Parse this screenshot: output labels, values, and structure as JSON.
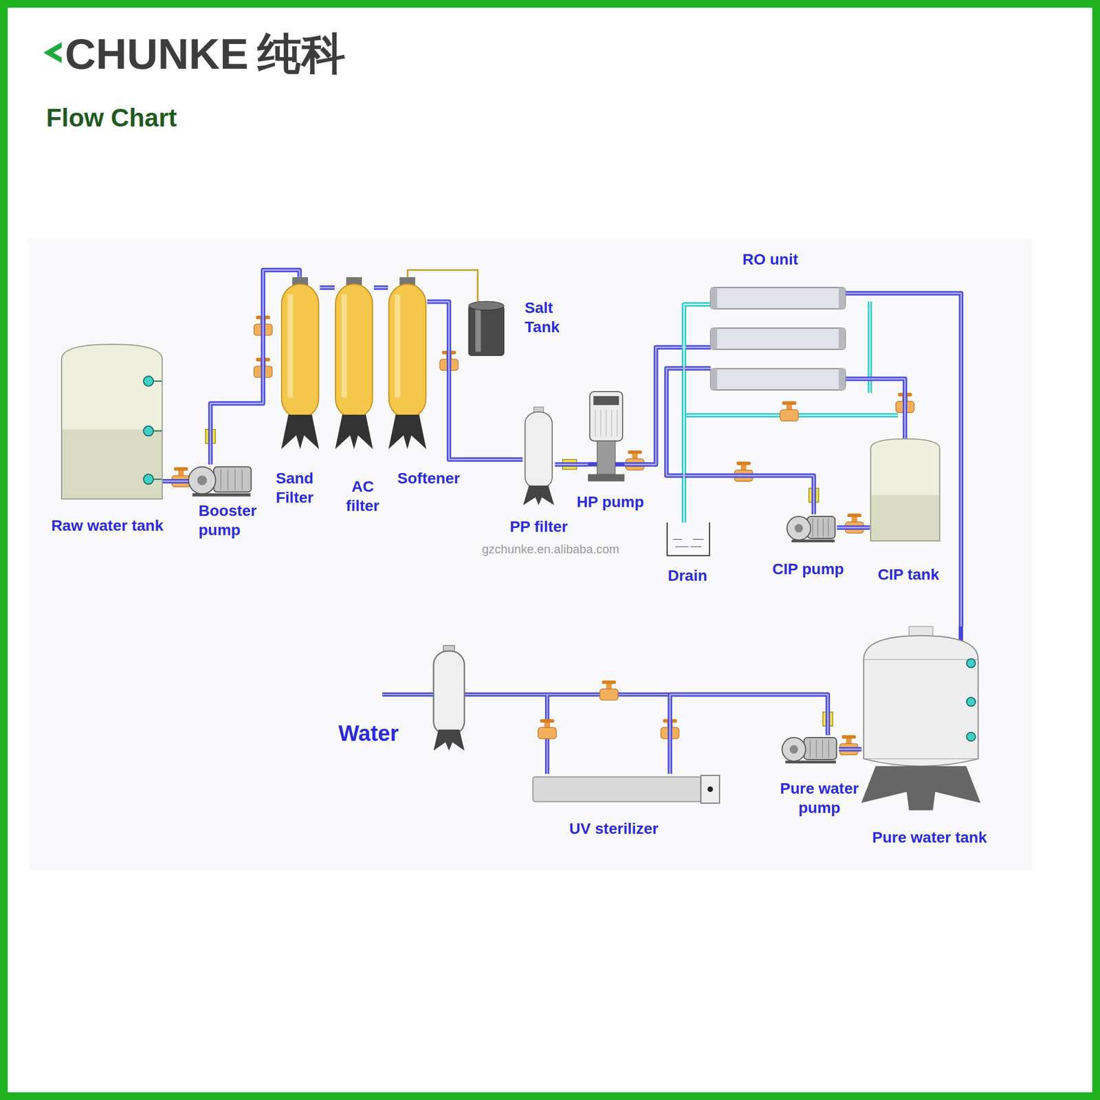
{
  "diagram": {
    "title": "Flow Chart",
    "nodes": [
      {
        "text": [
          "Raw water tank"
        ]
      },
      {
        "text": [
          "Booster pump"
        ]
      },
      {
        "text": [
          "Sand Filter"
        ]
      },
      {
        "text": [
          "AC filter"
        ]
      },
      {
        "text": [
          "Softener"
        ]
      },
      {
        "text": [
          "Salt Tank"
        ]
      },
      {
        "text": [
          "PP filter"
        ]
      },
      {
        "text": [
          "HP pump"
        ]
      },
      {
        "text": [
          "RO unit"
        ]
      },
      {
        "text": [
          "Drain"
        ]
      },
      {
        "text": [
          "CIP pump"
        ]
      },
      {
        "text": [
          "CIP tank"
        ]
      },
      {
        "text": [
          "Pure water tank"
        ]
      },
      {
        "text": [
          "Pure water pump"
        ]
      },
      {
        "text": [
          "UV sterilizer"
        ]
      }
    ],
    "edges": [
      {
        "from": 0,
        "to": 1,
        "arrow": "none"
      },
      {
        "from": 1,
        "to": 2,
        "arrow": "none"
      },
      {
        "from": 2,
        "to": 3,
        "arrow": "none"
      },
      {
        "from": 3,
        "to": 4,
        "arrow": "none"
      },
      {
        "from": 4,
        "to": 5,
        "arrow": "none"
      },
      {
        "from": 4,
        "to": 6,
        "arrow": "none"
      },
      {
        "from": 6,
        "to": 7,
        "arrow": "none"
      },
      {
        "from": 7,
        "to": 8,
        "arrow": "none"
      },
      {
        "from": 8,
        "to": 12,
        "arrow": "none"
      },
      {
        "from": 8,
        "to": 9,
        "arrow": "none"
      },
      {
        "from": 11,
        "to": 10,
        "arrow": "none"
      },
      {
        "from": 10,
        "to": 8,
        "arrow": "none"
      },
      {
        "from": 8,
        "to": 11,
        "arrow": "none"
      },
      {
        "from": 12,
        "to": 13,
        "arrow": "none"
      },
      {
        "from": 13,
        "to": 14,
        "arrow": "none"
      }
    ],
    "labels": [
      "CHUNKE",
      "纯科",
      "gzchunke.en.alibaba.com",
      "Water"
    ]
  }
}
